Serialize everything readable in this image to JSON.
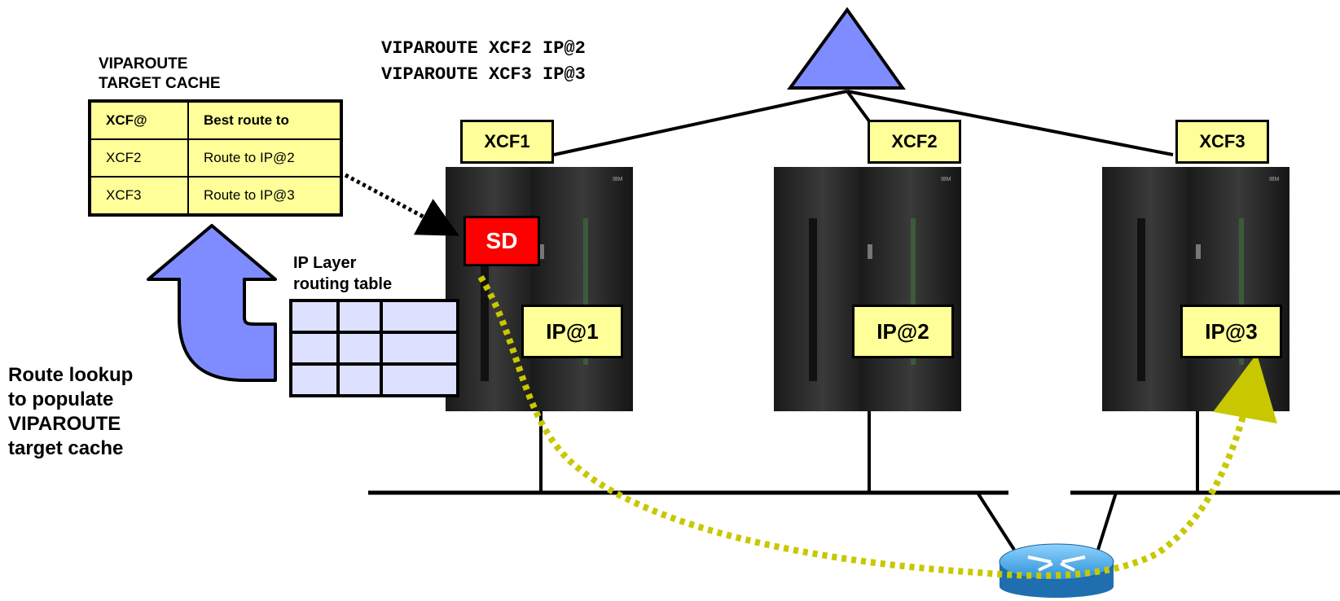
{
  "commands": {
    "line1": "VIPAROUTE XCF2 IP@2",
    "line2": "VIPAROUTE XCF3 IP@3"
  },
  "cache": {
    "title_line1": "VIPAROUTE",
    "title_line2": "TARGET CACHE",
    "headers": [
      "XCF@",
      "Best route to"
    ],
    "rows": [
      [
        "XCF2",
        "Route to IP@2"
      ],
      [
        "XCF3",
        "Route to IP@3"
      ]
    ]
  },
  "routing_table": {
    "title_line1": "IP Layer",
    "title_line2": "routing table"
  },
  "route_lookup": {
    "lines": [
      "Route lookup",
      "to populate",
      "VIPAROUTE",
      "target cache"
    ]
  },
  "systems": [
    {
      "xcf": "XCF1",
      "ip": "IP@1"
    },
    {
      "xcf": "XCF2",
      "ip": "IP@2"
    },
    {
      "xcf": "XCF3",
      "ip": "IP@3"
    }
  ],
  "sd_label": "SD",
  "colors": {
    "highlight_yellow": "#ffff99",
    "sd_red": "#ff0000",
    "triangle_blue": "#7f8cff",
    "arrow_blue": "#7f8cff",
    "path_dotted": "#c8c800",
    "table_cell": "#dde0ff",
    "router_blue": "#2a8fd6"
  }
}
